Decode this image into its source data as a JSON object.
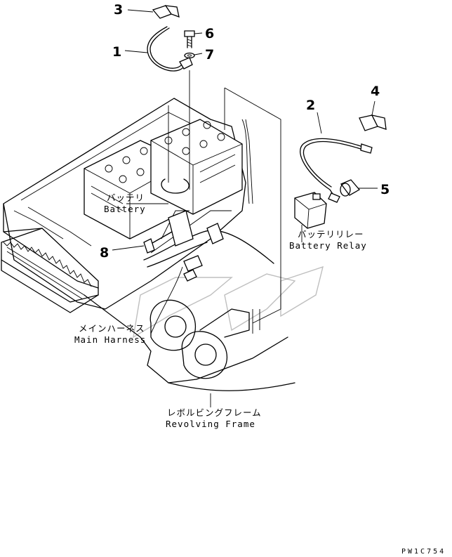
{
  "callouts": [
    "1",
    "2",
    "3",
    "4",
    "5",
    "6",
    "7",
    "8"
  ],
  "labels": {
    "battery_jp": "バッテリ",
    "battery_en": "Battery",
    "relay_jp": "バッテリリレー",
    "relay_en": "Battery Relay",
    "harness_jp": "メインハーネス",
    "harness_en": "Main Harness",
    "frame_jp": "レボルビングフレーム",
    "frame_en": "Revolving Frame"
  },
  "drawing_code": "PW1C754"
}
